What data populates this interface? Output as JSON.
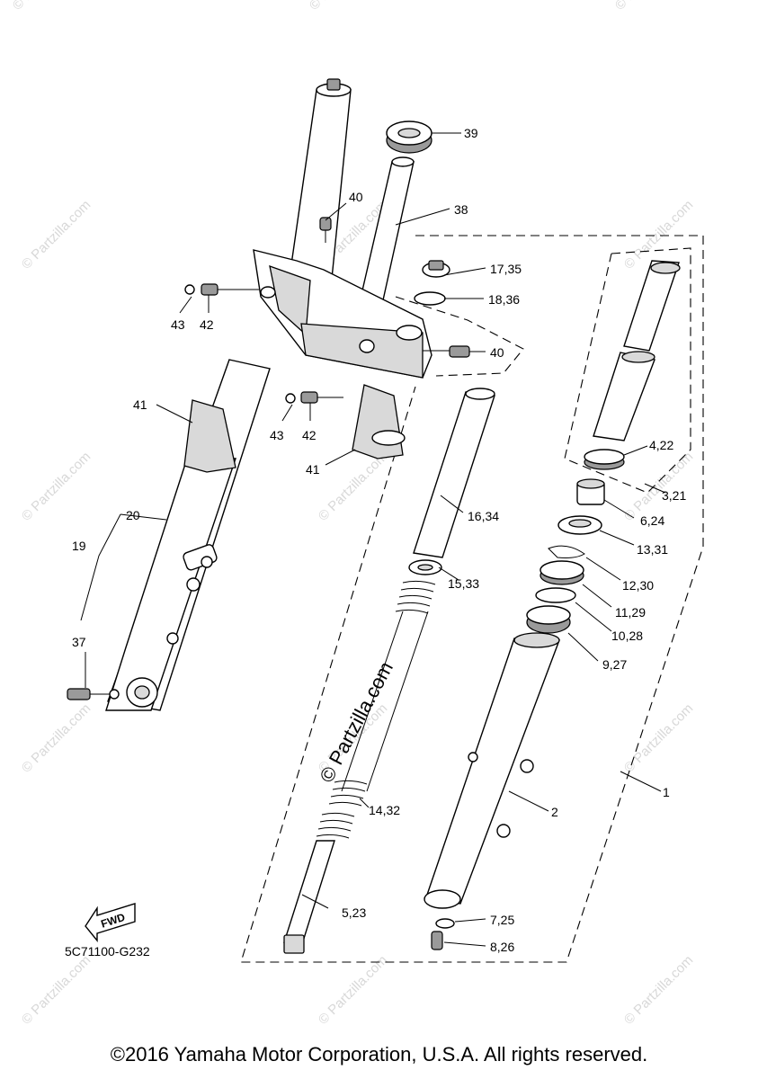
{
  "watermark": {
    "text": "© Partzilla.com",
    "center_text": "© Partzilla.com"
  },
  "labels": {
    "l1": "1",
    "l2": "2",
    "l3_21": "3,21",
    "l4_22": "4,22",
    "l5_23": "5,23",
    "l6_24": "6,24",
    "l7_25": "7,25",
    "l8_26": "8,26",
    "l9_27": "9,27",
    "l10_28": "10,28",
    "l11_29": "11,29",
    "l12_30": "12,30",
    "l13_31": "13,31",
    "l14_32": "14,32",
    "l15_33": "15,33",
    "l16_34": "16,34",
    "l17_35": "17,35",
    "l18_36": "18,36",
    "l19": "19",
    "l20": "20",
    "l37": "37",
    "l38": "38",
    "l39": "39",
    "l40a": "40",
    "l40b": "40",
    "l41a": "41",
    "l41b": "41",
    "l42a": "42",
    "l42b": "42",
    "l43a": "43",
    "l43b": "43"
  },
  "fwd_badge": "FWD",
  "diagram_code": "5C71100-G232",
  "copyright": "©2016 Yamaha Motor Corporation, U.S.A. All rights reserved."
}
